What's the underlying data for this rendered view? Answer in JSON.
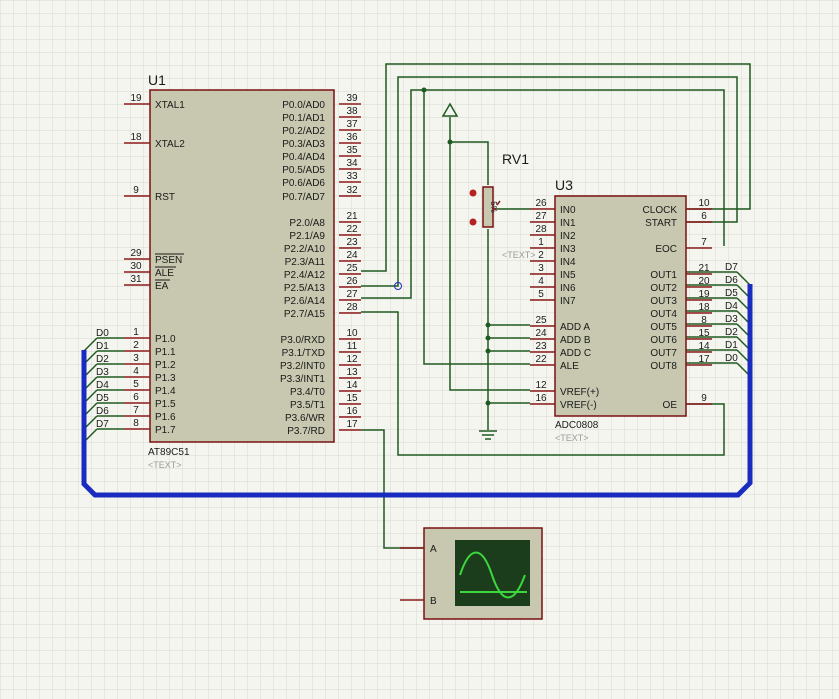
{
  "u1": {
    "ref": "U1",
    "part": "AT89C51",
    "text": "<TEXT>",
    "left_pins": [
      {
        "num": "19",
        "name": "XTAL1"
      },
      {
        "num": "18",
        "name": "XTAL2"
      },
      {
        "num": "9",
        "name": "RST"
      },
      {
        "num": "29",
        "name": "PSEN"
      },
      {
        "num": "30",
        "name": "ALE"
      },
      {
        "num": "31",
        "name": "EA"
      },
      {
        "num": "1",
        "name": "P1.0"
      },
      {
        "num": "2",
        "name": "P1.1"
      },
      {
        "num": "3",
        "name": "P1.2"
      },
      {
        "num": "4",
        "name": "P1.3"
      },
      {
        "num": "5",
        "name": "P1.4"
      },
      {
        "num": "6",
        "name": "P1.5"
      },
      {
        "num": "7",
        "name": "P1.6"
      },
      {
        "num": "8",
        "name": "P1.7"
      }
    ],
    "right_pins": [
      {
        "num": "39",
        "name": "P0.0/AD0"
      },
      {
        "num": "38",
        "name": "P0.1/AD1"
      },
      {
        "num": "37",
        "name": "P0.2/AD2"
      },
      {
        "num": "36",
        "name": "P0.3/AD3"
      },
      {
        "num": "35",
        "name": "P0.4/AD4"
      },
      {
        "num": "34",
        "name": "P0.5/AD5"
      },
      {
        "num": "33",
        "name": "P0.6/AD6"
      },
      {
        "num": "32",
        "name": "P0.7/AD7"
      },
      {
        "num": "21",
        "name": "P2.0/A8"
      },
      {
        "num": "22",
        "name": "P2.1/A9"
      },
      {
        "num": "23",
        "name": "P2.2/A10"
      },
      {
        "num": "24",
        "name": "P2.3/A11"
      },
      {
        "num": "25",
        "name": "P2.4/A12"
      },
      {
        "num": "26",
        "name": "P2.5/A13"
      },
      {
        "num": "27",
        "name": "P2.6/A14"
      },
      {
        "num": "28",
        "name": "P2.7/A15"
      },
      {
        "num": "10",
        "name": "P3.0/RXD"
      },
      {
        "num": "11",
        "name": "P3.1/TXD"
      },
      {
        "num": "12",
        "name": "P3.2/INT0"
      },
      {
        "num": "13",
        "name": "P3.3/INT1"
      },
      {
        "num": "14",
        "name": "P3.4/T0"
      },
      {
        "num": "15",
        "name": "P3.5/T1"
      },
      {
        "num": "16",
        "name": "P3.6/WR"
      },
      {
        "num": "17",
        "name": "P3.7/RD"
      }
    ]
  },
  "u3": {
    "ref": "U3",
    "part": "ADC0808",
    "text": "<TEXT>",
    "left_pins": [
      {
        "num": "26",
        "name": "IN0"
      },
      {
        "num": "27",
        "name": "IN1"
      },
      {
        "num": "28",
        "name": "IN2"
      },
      {
        "num": "1",
        "name": "IN3"
      },
      {
        "num": "2",
        "name": "IN4"
      },
      {
        "num": "3",
        "name": "IN5"
      },
      {
        "num": "4",
        "name": "IN6"
      },
      {
        "num": "5",
        "name": "IN7"
      },
      {
        "num": "25",
        "name": "ADD A"
      },
      {
        "num": "24",
        "name": "ADD B"
      },
      {
        "num": "23",
        "name": "ADD C"
      },
      {
        "num": "22",
        "name": "ALE"
      },
      {
        "num": "12",
        "name": "VREF(+)"
      },
      {
        "num": "16",
        "name": "VREF(-)"
      }
    ],
    "right_pins": [
      {
        "num": "10",
        "name": "CLOCK"
      },
      {
        "num": "6",
        "name": "START"
      },
      {
        "num": "7",
        "name": "EOC"
      },
      {
        "num": "21",
        "name": "OUT1"
      },
      {
        "num": "20",
        "name": "OUT2"
      },
      {
        "num": "19",
        "name": "OUT3"
      },
      {
        "num": "18",
        "name": "OUT4"
      },
      {
        "num": "8",
        "name": "OUT5"
      },
      {
        "num": "15",
        "name": "OUT6"
      },
      {
        "num": "14",
        "name": "OUT7"
      },
      {
        "num": "17",
        "name": "OUT8"
      },
      {
        "num": "9",
        "name": "OE"
      }
    ]
  },
  "rv1": {
    "ref": "RV1",
    "value": "5%",
    "text": "<TEXT>"
  },
  "scope": {
    "channel_a": "A",
    "channel_b": "B"
  },
  "bus_labels_left": [
    "D0",
    "D1",
    "D2",
    "D3",
    "D4",
    "D5",
    "D6",
    "D7"
  ],
  "bus_labels_right": [
    "D7",
    "D6",
    "D5",
    "D4",
    "D3",
    "D2",
    "D1",
    "D0"
  ],
  "colors": {
    "background": "#f5f5f0",
    "grid": "#d9d9d4",
    "component_fill": "#c8c8b0",
    "component_border": "#7a1010",
    "wire": "#1f5a1f",
    "bus": "#1a2bbf",
    "scope_screen": "#1b3d1b",
    "scope_trace": "#3ed63e"
  }
}
